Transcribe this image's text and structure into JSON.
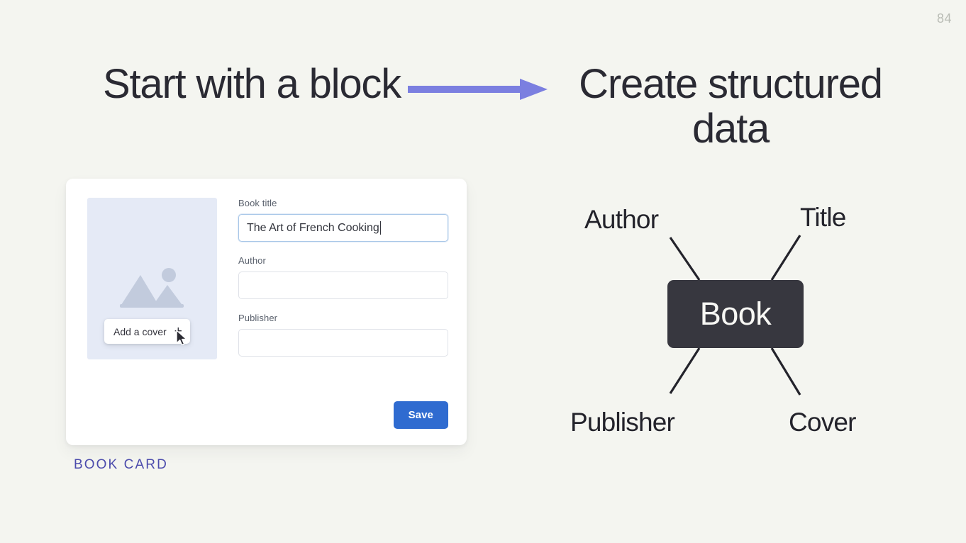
{
  "slide": {
    "page_number": "84",
    "background_color": "#f4f5f0",
    "heading_left": "Start with a block",
    "heading_right": "Create structured data",
    "arrow_color": "#7b7fe0",
    "accent_color": "#4b4bac"
  },
  "book_card": {
    "caption": "BOOK CARD",
    "cover": {
      "add_cover_label": "Add a cover",
      "add_cover_plus": "+",
      "placeholder_bg": "#e5eaf6",
      "icon_color": "#c2cbdd"
    },
    "fields": [
      {
        "label": "Book title",
        "value": "The Art of French Cooking",
        "placeholder": "",
        "focused": true
      },
      {
        "label": "Author",
        "value": "",
        "placeholder": "",
        "focused": false
      },
      {
        "label": "Publisher",
        "value": "",
        "placeholder": "",
        "focused": false
      }
    ],
    "save_label": "Save",
    "save_color": "#2f6bd0"
  },
  "diagram": {
    "center_label": "Book",
    "center_color": "#37373f",
    "nodes": [
      {
        "label": "Author"
      },
      {
        "label": "Title"
      },
      {
        "label": "Publisher"
      },
      {
        "label": "Cover"
      }
    ]
  }
}
